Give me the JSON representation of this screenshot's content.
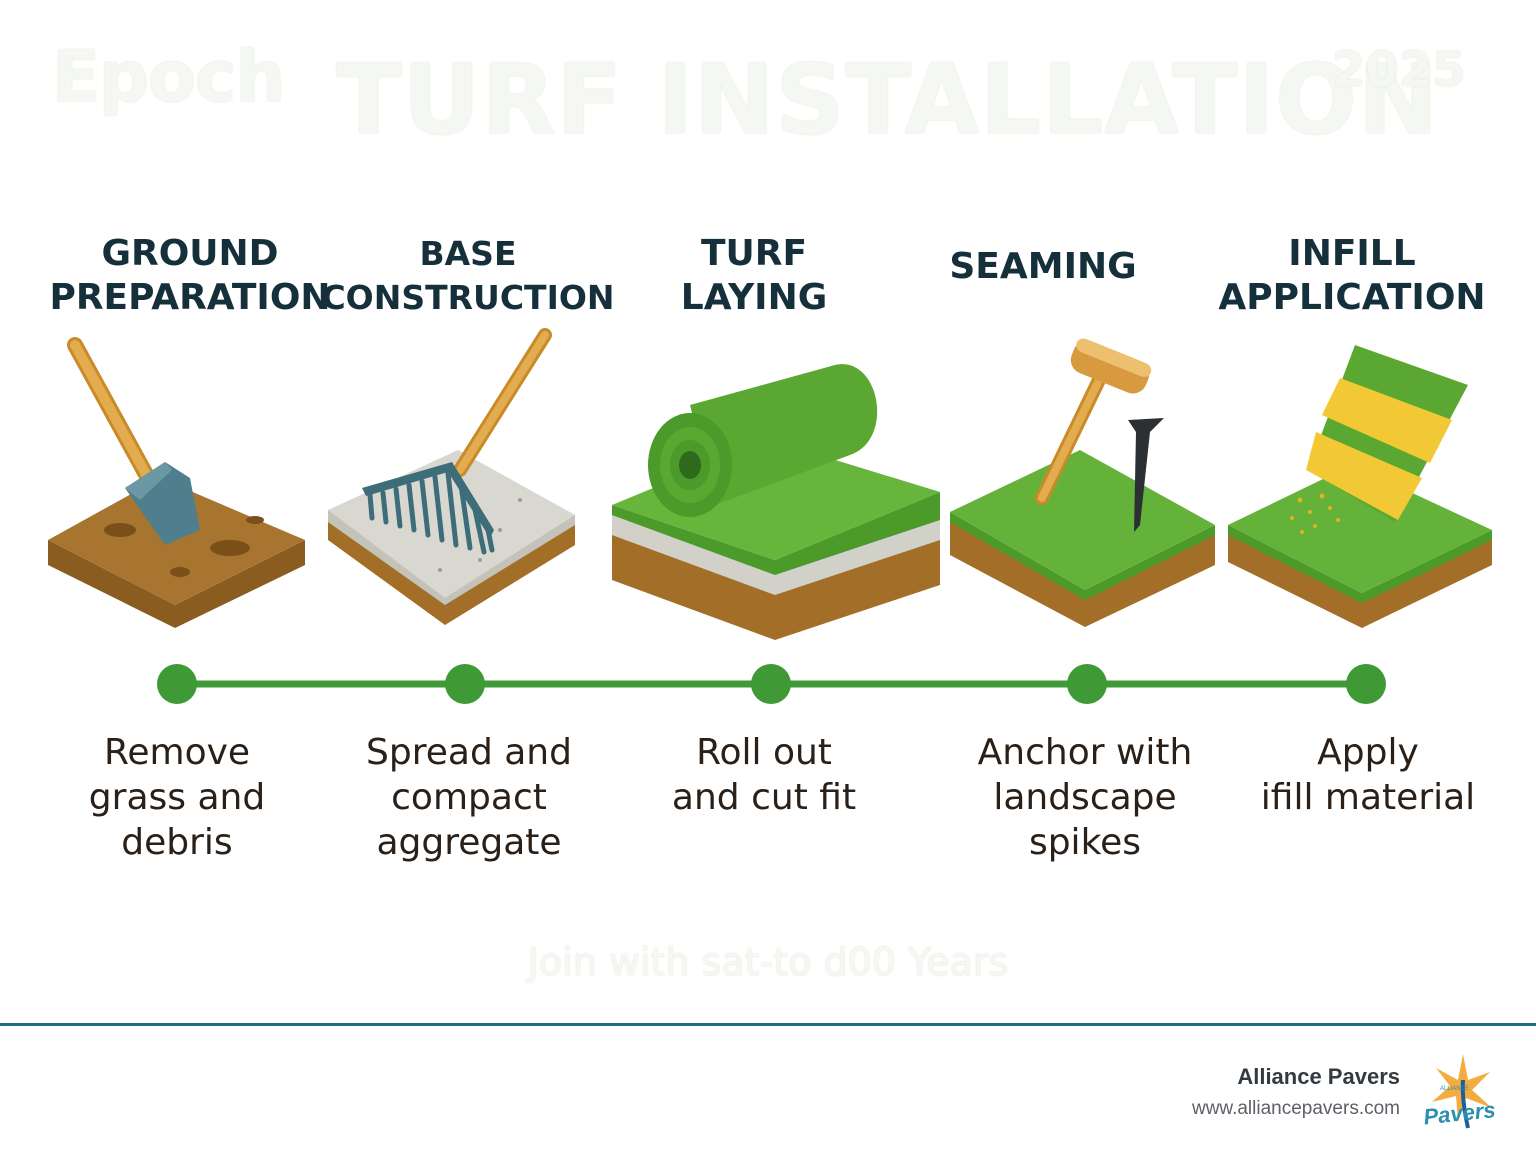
{
  "header": {
    "brand": "Epoch",
    "title": "TURF INSTALLATION",
    "year": "2025"
  },
  "steps": [
    {
      "title": "GROUND\nPREPARATION",
      "description": "Remove\ngrass and\ndebris",
      "icon": "shovel-in-soil-icon"
    },
    {
      "title": "BASE\nCONSTRUCTION",
      "description": "Spread and\ncompact\naggregate",
      "icon": "rake-on-gravel-icon"
    },
    {
      "title": "TURF\nLAYING",
      "description": "Roll out\nand cut  fit",
      "icon": "turf-roll-icon"
    },
    {
      "title": "SEAMING",
      "description": "Anchor with\nlandscape\nspikes",
      "icon": "mallet-and-spike-icon"
    },
    {
      "title": "INFILL\nAPPLICATION",
      "description": "Apply\nifill material",
      "icon": "infill-bag-icon"
    }
  ],
  "tagline": "Join with sat-to d00 Years",
  "footer": {
    "company": "Alliance Pavers",
    "url": "www.alliancepavers.com",
    "logo_text": "Pavers",
    "logo_small": "ALLIANCE"
  },
  "colors": {
    "grass": "#5fa832",
    "soil": "#9a6a26",
    "gravel": "#d6d6cf",
    "timeline": "#3f9a35",
    "handle": "#e0a94a",
    "tool": "#4f7f8c",
    "footer_line": "#1f6f80"
  }
}
